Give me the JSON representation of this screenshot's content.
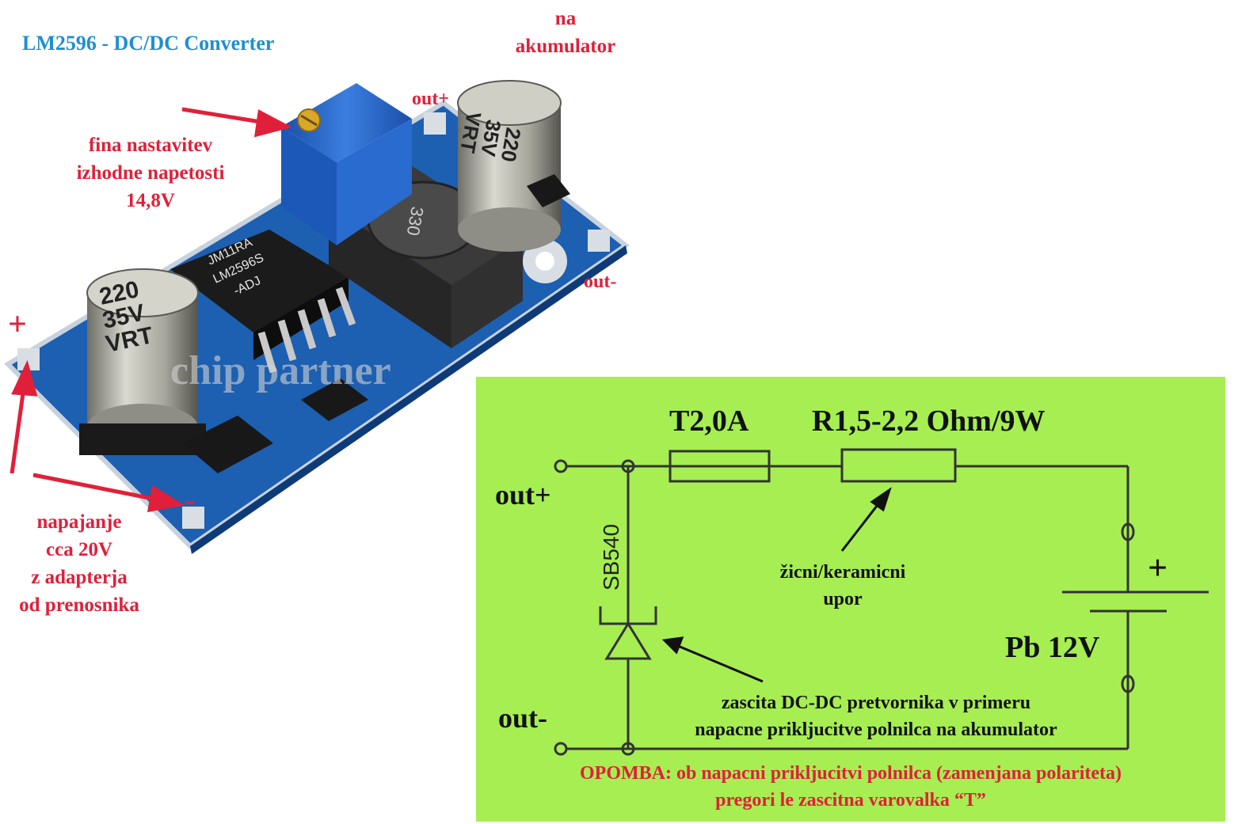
{
  "photo": {
    "title": "LM2596 - DC/DC Converter",
    "top_label_line1": "na",
    "top_label_line2": "akumulator",
    "out_plus": "out+",
    "out_minus": "out-",
    "fine_adjust_line1": "fina nastavitev",
    "fine_adjust_line2": "izhodne napetosti",
    "fine_adjust_line3": "14,8V",
    "plus_sign": "+",
    "minus_sign": "-",
    "supply_line1": "napajanje",
    "supply_line2": "cca 20V",
    "supply_line3": "z adapterja",
    "supply_line4": "od prenosnika",
    "watermark": "chip partner",
    "cap1_line1": "220",
    "cap1_line2": "35V",
    "cap1_line3": "VRT",
    "cap2_line1": "220",
    "cap2_line2": "35V",
    "cap2_line3": "VRT",
    "inductor_label": "330",
    "ic_line1": "JM11RA",
    "ic_line2": "LM2596S",
    "ic_line3": "-ADJ"
  },
  "schematic": {
    "fuse_label": "T2,0A",
    "resistor_label": "R1,5-2,2 Ohm/9W",
    "out_plus": "out+",
    "out_minus": "out-",
    "diode_label": "SB540",
    "resistor_note_line1": "žicni/keramicni",
    "resistor_note_line2": "upor",
    "battery_plus": "+",
    "battery_label": "Pb 12V",
    "diode_note_line1": "zascita DC-DC pretvornika v primeru",
    "diode_note_line2": "napacne prikljucitve polnilca na akumulator",
    "warning_line1": "OPOMBA: ob napacni prikljucitvi polnilca (zamenjana polariteta)",
    "warning_line2": "pregori le zascitna varovalka “T”"
  },
  "colors": {
    "schematic_background": "#a6ee52",
    "label_red": "#e0203a",
    "title_blue": "#1f8fd0",
    "pcb_blue": "#1d5fb0"
  }
}
